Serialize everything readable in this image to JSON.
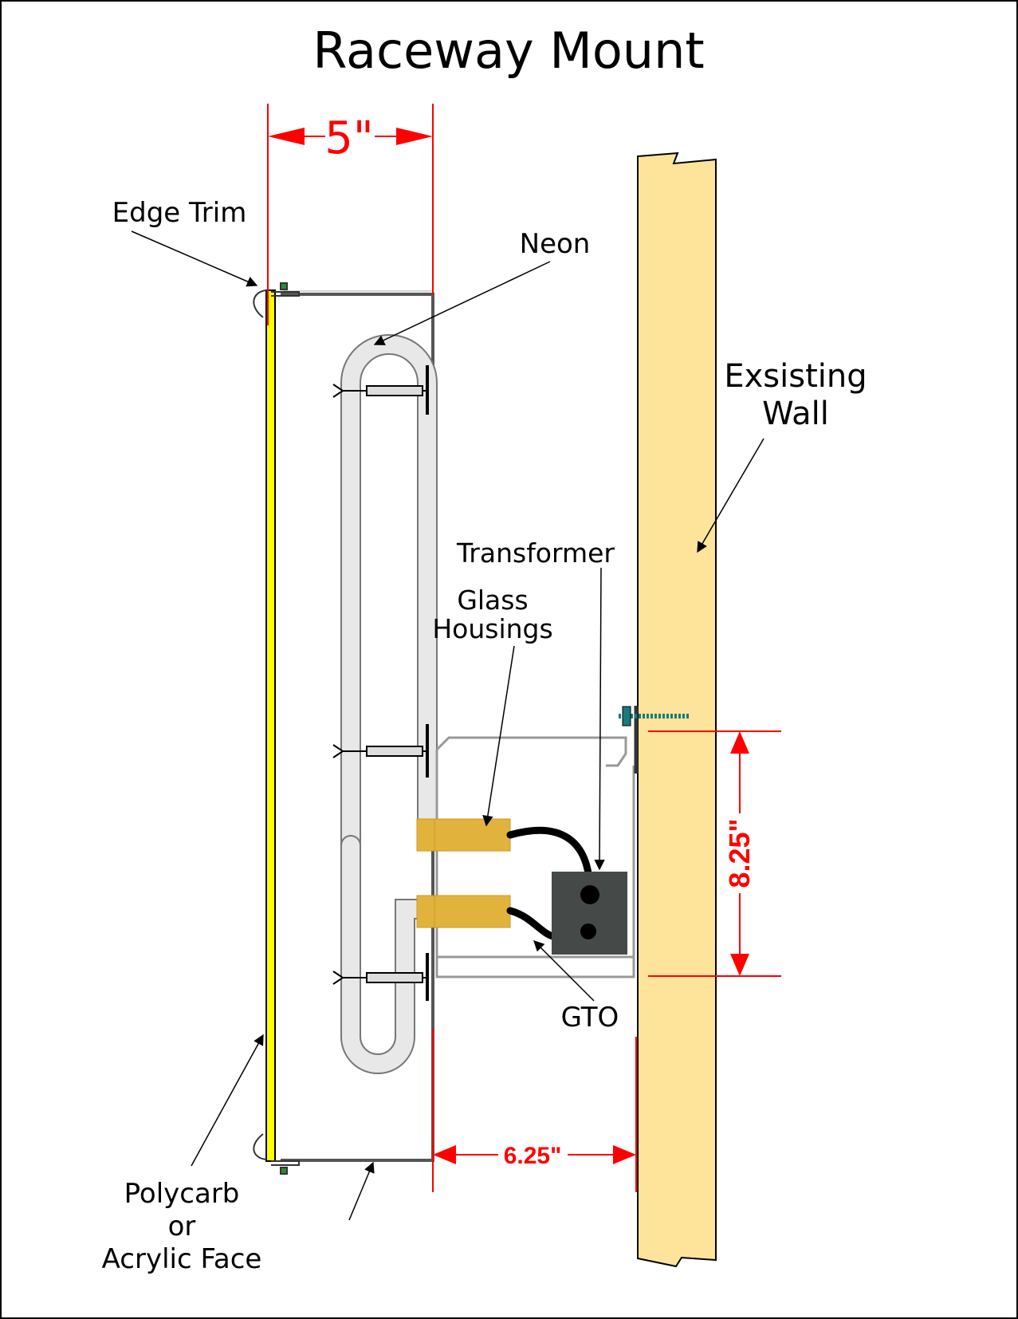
{
  "title": "Raceway Mount",
  "dimensions": {
    "face_depth": "5\"",
    "raceway_height": "8.25\"",
    "standoff": "6.25\""
  },
  "labels": {
    "edge_trim": "Edge Trim",
    "neon": "Neon",
    "wall_line1": "Exsisting",
    "wall_line2": "Wall",
    "transformer": "Transformer",
    "glass_line1": "Glass",
    "glass_line2": "Housings",
    "gto": "GTO",
    "face_line1": "Polycarb",
    "face_line2": "or",
    "face_line3": "Acrylic Face"
  },
  "colors": {
    "dimension": "#ff0000",
    "wall": "#fde49a",
    "face": "#ffff00",
    "housing": "#e2b33c",
    "neon_tube": "#e8e8e8",
    "transformer": "#454a48"
  }
}
